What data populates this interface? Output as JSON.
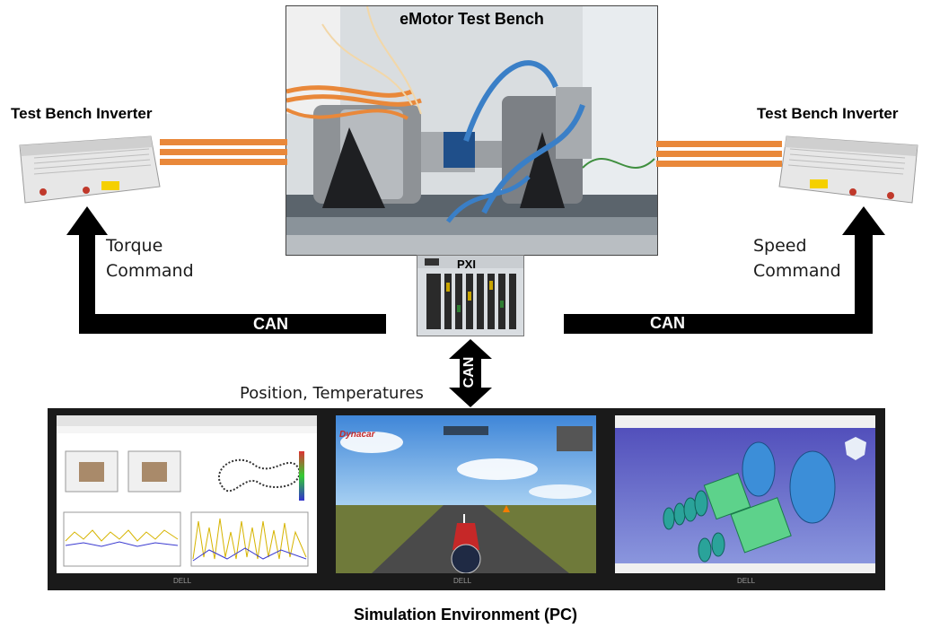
{
  "title": "eMotor Test Bench",
  "left_inverter_label": "Test Bench Inverter",
  "right_inverter_label": "Test Bench Inverter",
  "torque_command": [
    "Torque",
    "Command"
  ],
  "speed_command": [
    "Speed",
    "Command"
  ],
  "can_left": "CAN",
  "can_right": "CAN",
  "can_vertical": "CAN",
  "pxi_label": "PXI",
  "position_temperatures": "Position, Temperatures",
  "simulation_environment": "Simulation Environment (PC)",
  "dynacar_logo": "Dynacar",
  "monitor_brand": "DELL",
  "colors": {
    "cable_orange": "#e9883a",
    "arrow": "#000000",
    "monitor_bezel": "#1a1a1a"
  },
  "icons": [
    "inverter-icon",
    "cable-bundle",
    "pxi-chassis-icon",
    "monitor-icon",
    "car-icon",
    "gauge-icon",
    "motor-cad-icon"
  ]
}
